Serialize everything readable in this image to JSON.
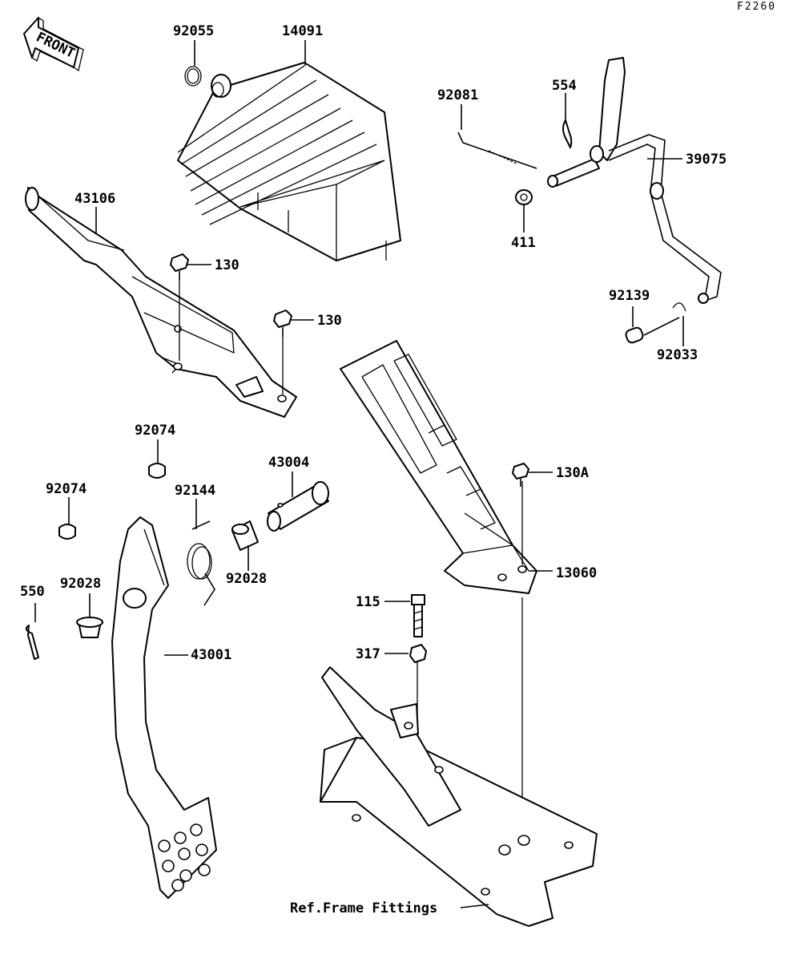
{
  "figure_code": "F2260",
  "front_label": "FRONT",
  "reference_label": "Ref.Frame Fittings",
  "parts": [
    {
      "id": "p92055",
      "number": "92055"
    },
    {
      "id": "p14091",
      "number": "14091"
    },
    {
      "id": "p92081",
      "number": "92081"
    },
    {
      "id": "p554",
      "number": "554"
    },
    {
      "id": "p39075",
      "number": "39075"
    },
    {
      "id": "p411",
      "number": "411"
    },
    {
      "id": "p43106",
      "number": "43106"
    },
    {
      "id": "p130a",
      "number": "130"
    },
    {
      "id": "p130b",
      "number": "130"
    },
    {
      "id": "p92139",
      "number": "92139"
    },
    {
      "id": "p92033",
      "number": "92033"
    },
    {
      "id": "p92074a",
      "number": "92074"
    },
    {
      "id": "p43004",
      "number": "43004"
    },
    {
      "id": "p92074b",
      "number": "92074"
    },
    {
      "id": "p92144",
      "number": "92144"
    },
    {
      "id": "p130A",
      "number": "130A"
    },
    {
      "id": "p92028a",
      "number": "92028"
    },
    {
      "id": "p13060",
      "number": "13060"
    },
    {
      "id": "p550",
      "number": "550"
    },
    {
      "id": "p92028b",
      "number": "92028"
    },
    {
      "id": "p115",
      "number": "115"
    },
    {
      "id": "p43001",
      "number": "43001"
    },
    {
      "id": "p317",
      "number": "317"
    }
  ]
}
